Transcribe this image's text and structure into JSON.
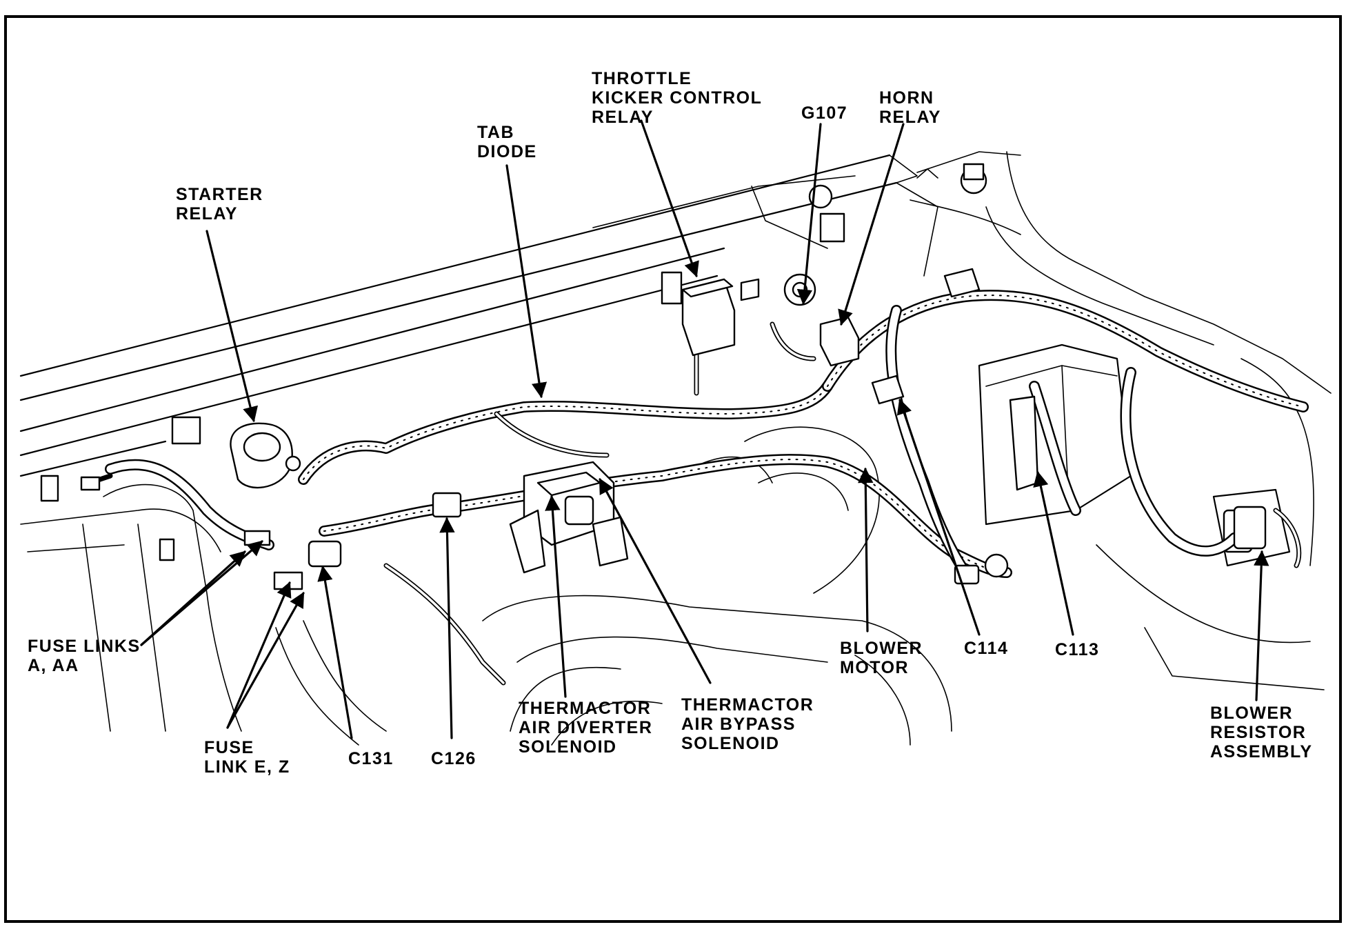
{
  "labels": {
    "throttle_kicker": [
      "THROTTLE",
      "KICKER CONTROL",
      "RELAY"
    ],
    "tab_diode": [
      "TAB",
      "DIODE"
    ],
    "g107": [
      "G107"
    ],
    "horn_relay": [
      "HORN",
      "RELAY"
    ],
    "starter_relay": [
      "STARTER",
      "RELAY"
    ],
    "fuse_links_a_aa": [
      "FUSE LINKS",
      "A, AA"
    ],
    "fuse_link_e_z": [
      "FUSE",
      "LINK E, Z"
    ],
    "c131": [
      "C131"
    ],
    "c126": [
      "C126"
    ],
    "thermactor_air_diverter": [
      "THERMACTOR",
      "AIR DIVERTER",
      "SOLENOID"
    ],
    "thermactor_air_bypass": [
      "THERMACTOR",
      "AIR BYPASS",
      "SOLENOID"
    ],
    "blower_motor": [
      "BLOWER",
      "MOTOR"
    ],
    "c114": [
      "C114"
    ],
    "c113": [
      "C113"
    ],
    "blower_resistor": [
      "BLOWER",
      "RESISTOR",
      "ASSEMBLY"
    ]
  }
}
